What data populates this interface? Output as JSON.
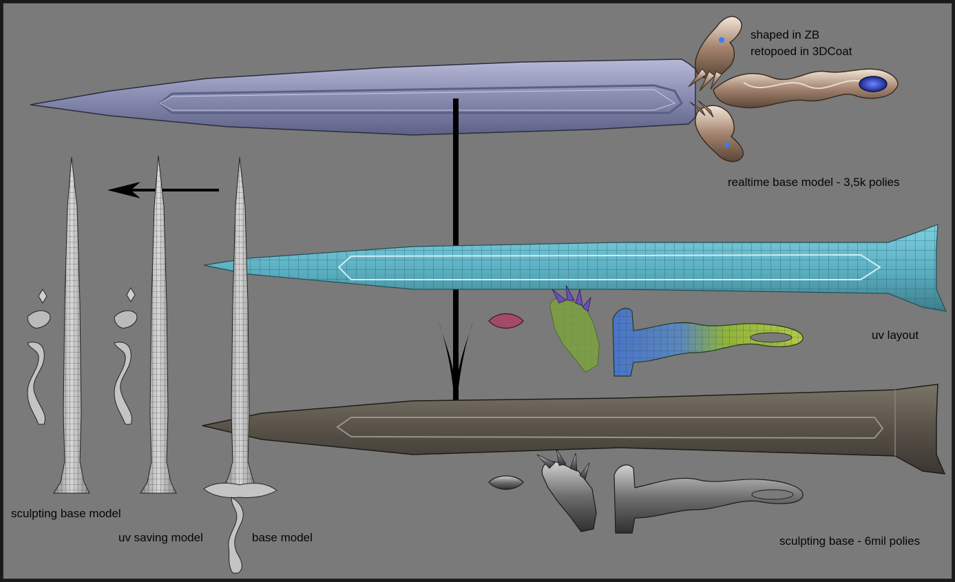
{
  "labels": {
    "shaped_in_zb": "shaped in ZB",
    "retopoed": "retopoed in 3DCoat",
    "realtime_base": "realtime base model - 3,5k polies",
    "uv_layout": "uv layout",
    "sculpting_base_6mil": "sculpting base - 6mil polies",
    "sculpting_base_model": "sculpting base model",
    "uv_saving_model": "uv saving model",
    "base_model": "base model"
  },
  "colors": {
    "background": "#7a7a7a",
    "frame": "#1a1a1a",
    "text": "#050505",
    "realtime_blade": "#8c90b4",
    "uv_blade": "#5aaec0",
    "uv_handle_blue": "#4a74c8",
    "uv_handle_green": "#92b43a",
    "sculpt_blade": "#575148",
    "wire_models": "#c8c8c8",
    "gem": "#2c3fbf"
  }
}
